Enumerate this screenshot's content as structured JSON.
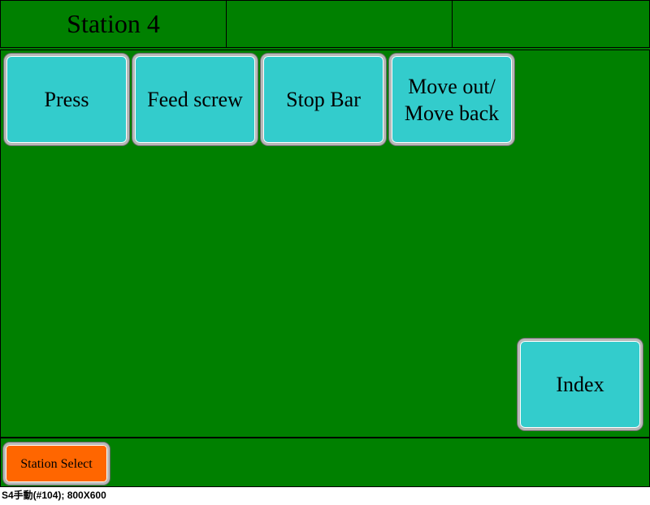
{
  "header": {
    "title": "Station 4",
    "cell2": "",
    "cell3": ""
  },
  "buttons": {
    "press": "Press",
    "feed_screw": "Feed screw",
    "stop_bar": "Stop Bar",
    "move_out_line1": "Move out/",
    "move_out_line2": "Move back",
    "index": "Index",
    "station_select": "Station Select"
  },
  "caption": "S4手動(#104); 800X600",
  "colors": {
    "background": "#008000",
    "button": "#33cccc",
    "station_select": "#ff6600"
  }
}
